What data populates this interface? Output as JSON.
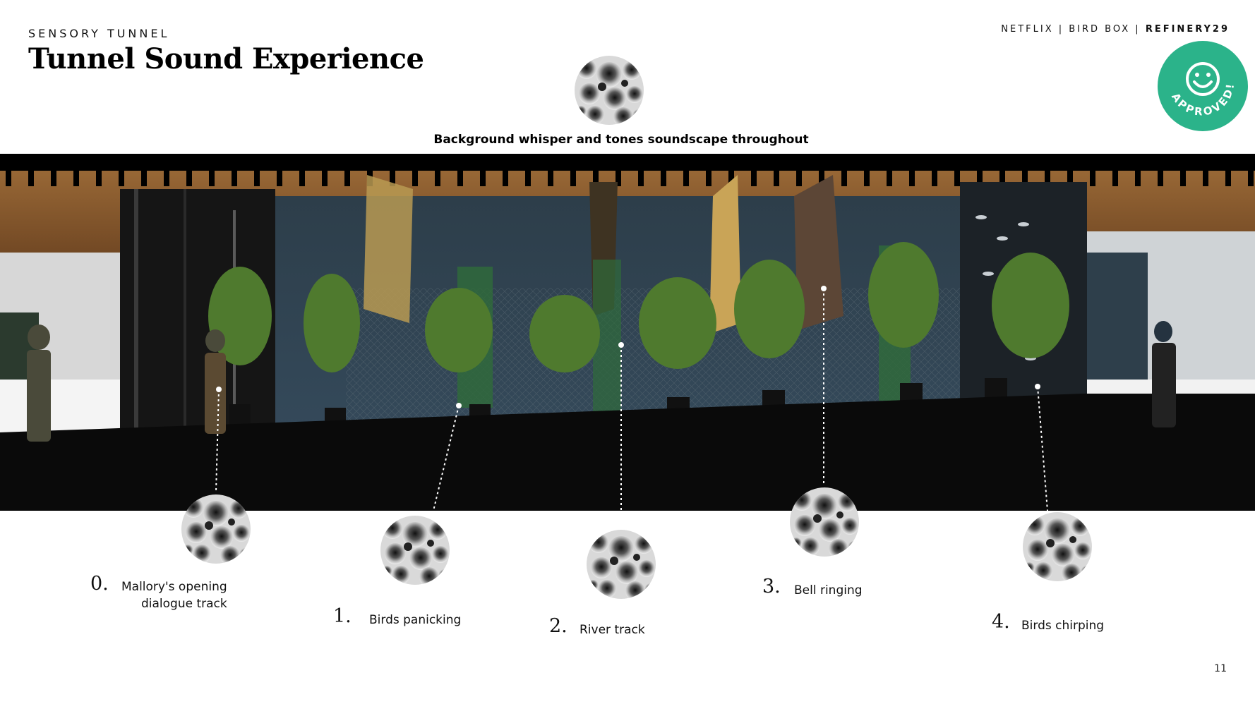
{
  "header": {
    "eyebrow": "SENSORY TUNNEL",
    "title": "Tunnel Sound Experience",
    "brand_plain": "NETFLIX | BIRD BOX | ",
    "brand_bold": "REFINERY29"
  },
  "badge": {
    "text": "APPROVED!",
    "color": "#2BB38A",
    "icon": "smiley-icon"
  },
  "background_sound": {
    "caption": "Background whisper and tones soundscape throughout"
  },
  "tracks": [
    {
      "number": "0.",
      "label_line1": "Mallory's opening",
      "label_line2": "dialogue track"
    },
    {
      "number": "1.",
      "label_line1": "Birds panicking"
    },
    {
      "number": "2.",
      "label_line1": "River track"
    },
    {
      "number": "3.",
      "label_line1": "Bell ringing"
    },
    {
      "number": "4.",
      "label_line1": "Birds chirping"
    }
  ],
  "page_number": "11",
  "colors": {
    "wood": "#8B5A2B",
    "tunnel_wall": "#2E3F4B",
    "floor": "#0A0A0A",
    "accent": "#2BB38A"
  }
}
